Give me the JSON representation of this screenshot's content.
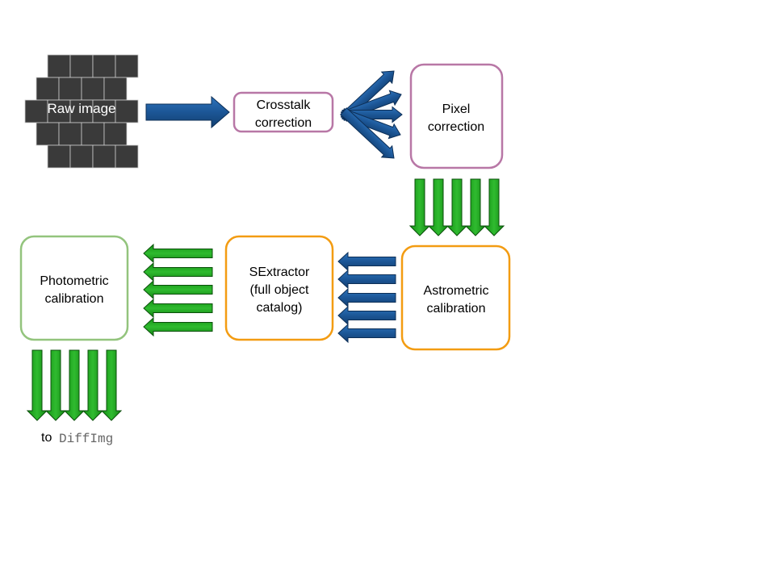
{
  "colors": {
    "blue_arrow": "#1f5a99",
    "blue_arrow_edge": "#0d2f57",
    "green_arrow": "#1e9a1e",
    "green_arrow_edge": "#0a4f0a",
    "purple_border": "#b877a6",
    "orange_border": "#f39c12",
    "green_border": "#93c47d",
    "ccd_tile": "#3a3a3a",
    "ccd_grid": "#cccccc"
  },
  "nodes": {
    "raw_image": {
      "label": "Raw image"
    },
    "crosstalk": {
      "line1": "Crosstalk",
      "line2": "correction"
    },
    "pixel": {
      "line1": "Pixel",
      "line2": "correction"
    },
    "astrometric": {
      "line1": "Astrometric",
      "line2": "calibration"
    },
    "sextractor": {
      "line1": "SExtractor",
      "line2": "(full object",
      "line3": "catalog)"
    },
    "photometric": {
      "line1": "Photometric",
      "line2": "calibration"
    }
  },
  "output": {
    "prefix": "to",
    "code": "DiffImg"
  }
}
